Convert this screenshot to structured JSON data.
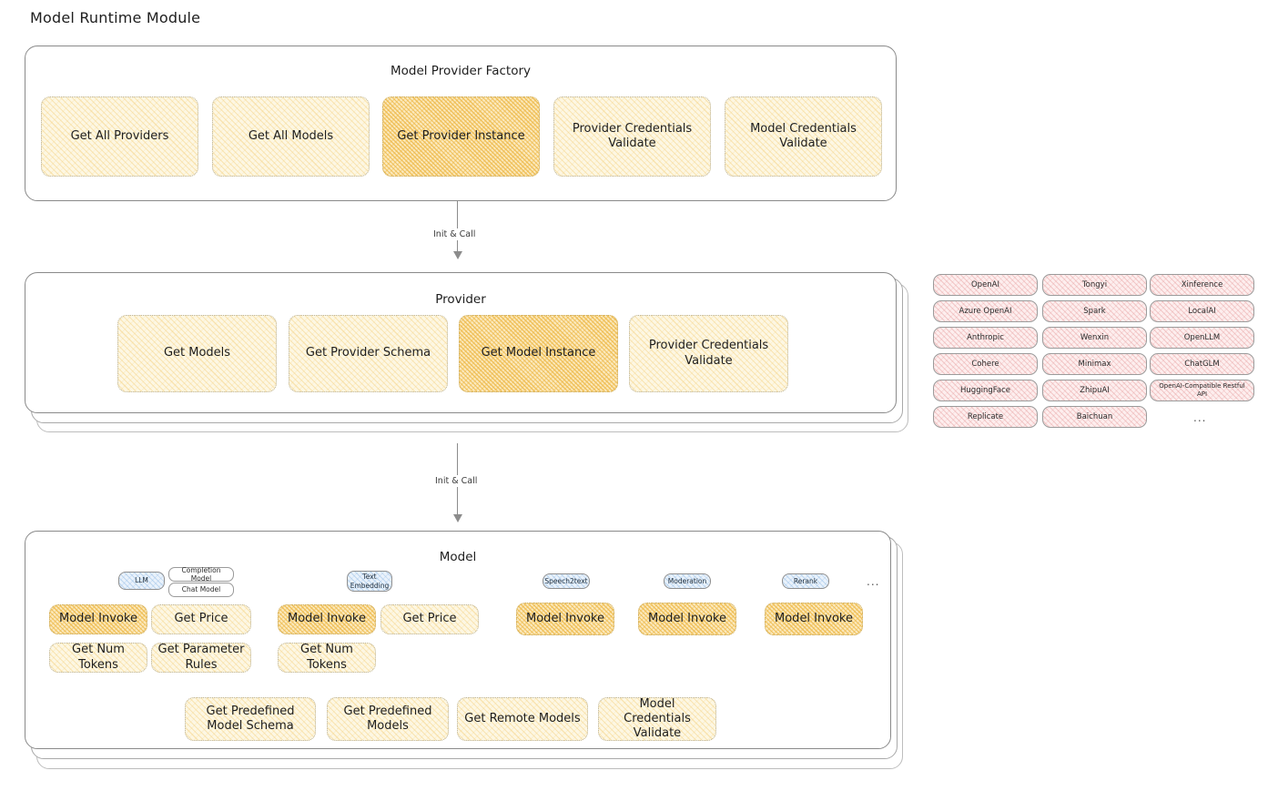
{
  "page": {
    "title": "Model Runtime Module"
  },
  "factory": {
    "title": "Model Provider Factory",
    "nodes": [
      {
        "label": "Get All Providers",
        "highlighted": false
      },
      {
        "label": "Get All Models",
        "highlighted": false
      },
      {
        "label": "Get Provider Instance",
        "highlighted": true
      },
      {
        "label": "Provider Credentials Validate",
        "highlighted": false
      },
      {
        "label": "Model Credentials Validate",
        "highlighted": false
      }
    ]
  },
  "arrow1": {
    "label": "Init & Call"
  },
  "provider": {
    "title": "Provider",
    "stack_layers": 3,
    "nodes": [
      {
        "label": "Get Models",
        "highlighted": false
      },
      {
        "label": "Get Provider Schema",
        "highlighted": false
      },
      {
        "label": "Get Model Instance",
        "highlighted": true
      },
      {
        "label": "Provider Credentials Validate",
        "highlighted": false
      }
    ]
  },
  "provider_list": {
    "columns": [
      [
        "OpenAI",
        "Azure OpenAI",
        "Anthropic",
        "Cohere",
        "HuggingFace",
        "Replicate"
      ],
      [
        "Tongyi",
        "Spark",
        "Wenxin",
        "Minimax",
        "ZhipuAI",
        "Baichuan"
      ],
      [
        "Xinference",
        "LocalAI",
        "OpenLLM",
        "ChatGLM",
        "OpenAI-Compatible Restful API"
      ]
    ],
    "more_symbol": "..."
  },
  "arrow2": {
    "label": "Init & Call"
  },
  "model": {
    "title": "Model",
    "stack_layers": 3,
    "more_symbol": "...",
    "types": [
      {
        "name": "LLM",
        "subtypes": [
          "Completion Model",
          "Chat Model"
        ]
      },
      {
        "name": "Text Embedding",
        "subtypes": []
      },
      {
        "name": "Speech2text",
        "subtypes": []
      },
      {
        "name": "Moderation",
        "subtypes": []
      },
      {
        "name": "Rerank",
        "subtypes": []
      }
    ],
    "columns": [
      {
        "ops": [
          {
            "label": "Model Invoke",
            "highlighted": true
          },
          {
            "label": "Get Price",
            "highlighted": false
          },
          {
            "label": "Get Num Tokens",
            "highlighted": false
          },
          {
            "label": "Get Parameter Rules",
            "highlighted": false
          }
        ]
      },
      {
        "ops": [
          {
            "label": "Model Invoke",
            "highlighted": true
          },
          {
            "label": "Get Price",
            "highlighted": false
          },
          {
            "label": "Get Num Tokens",
            "highlighted": false
          }
        ]
      },
      {
        "ops": [
          {
            "label": "Model Invoke",
            "highlighted": true
          }
        ]
      },
      {
        "ops": [
          {
            "label": "Model Invoke",
            "highlighted": true
          }
        ]
      },
      {
        "ops": [
          {
            "label": "Model Invoke",
            "highlighted": true
          }
        ]
      }
    ],
    "shared_ops": [
      {
        "label": "Get Predefined Model Schema"
      },
      {
        "label": "Get Predefined Models"
      },
      {
        "label": "Get Remote Models"
      },
      {
        "label": "Model Credentials Validate"
      }
    ]
  },
  "colors": {
    "node_fill": "#fdf7e3",
    "node_highlight_fill": "#fbe9bd",
    "chip_pink_fill": "#fdeeee",
    "chip_blue_fill": "#eaf2fb",
    "border": "#8a8a8a",
    "text": "#1e1e1e"
  }
}
